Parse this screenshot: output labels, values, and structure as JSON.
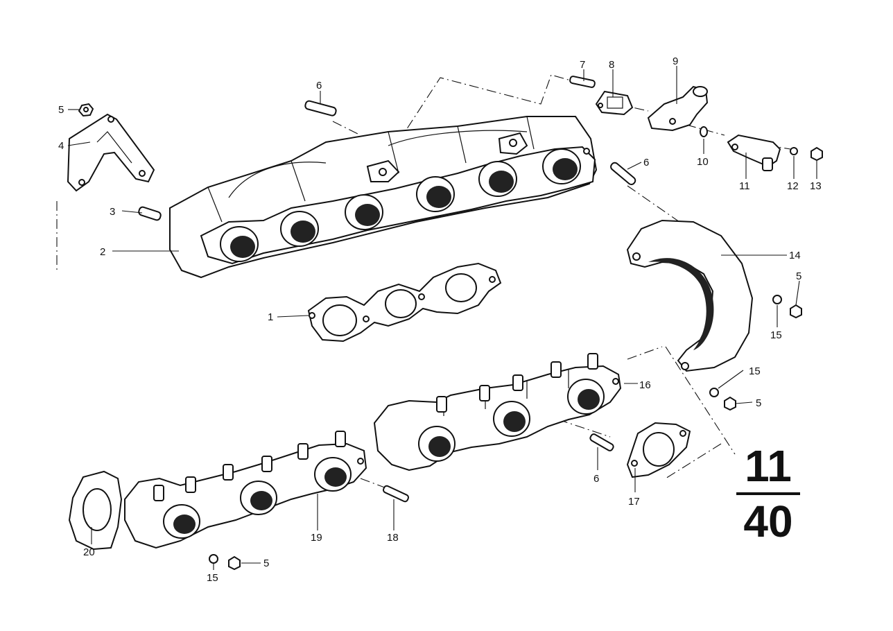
{
  "callouts": {
    "c1": "1",
    "c2": "2",
    "c3": "3",
    "c4": "4",
    "c5a": "5",
    "c6a": "6",
    "c7": "7",
    "c8": "8",
    "c9": "9",
    "c10": "10",
    "c11": "11",
    "c12": "12",
    "c13": "13",
    "c6b": "6",
    "c14": "14",
    "c5b": "5",
    "c15a": "15",
    "c15b": "15",
    "c5c": "5",
    "c16": "16",
    "c6c": "6",
    "c17": "17",
    "c18": "18",
    "c19": "19",
    "c20": "20",
    "c15c": "15",
    "c5d": "5"
  },
  "page_number": {
    "group": "11",
    "page": "40"
  }
}
